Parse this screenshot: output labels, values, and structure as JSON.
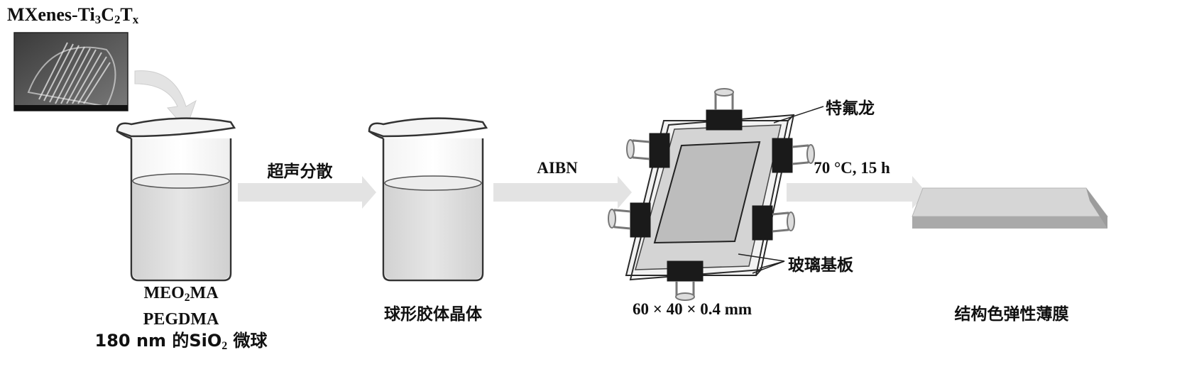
{
  "title": {
    "base": "MXenes-Ti",
    "s1": "3",
    "c": "C",
    "s2": "2",
    "t": "T",
    "s3": "x"
  },
  "steps": [
    {
      "lines": [
        {
          "pre": "MEO",
          "sub": "2",
          "post": "MA"
        },
        {
          "pre": "PEGDMA",
          "sub": "",
          "post": ""
        },
        {
          "pre": "180 nm 的SiO",
          "sub": "2",
          "post": " 微球"
        }
      ]
    },
    {
      "arrow_label": "超声分散"
    },
    {
      "label": "球形胶体晶体"
    },
    {
      "arrow_label": "AIBN"
    },
    {
      "mold_labels": {
        "teflon": "特氟龙",
        "glass": "玻璃基板",
        "size": "60 × 40 × 0.4 mm"
      }
    },
    {
      "arrow_label": "70 °C, 15 h"
    },
    {
      "label": "结构色弹性薄膜"
    }
  ],
  "colors": {
    "arrow": "#e3e3e3",
    "liquid": "#dedede",
    "glass_outline": "#2b2b2b",
    "clip": "#1a1a1a",
    "film_top": "#d6d6d6",
    "film_side": "#a9a9a9"
  }
}
